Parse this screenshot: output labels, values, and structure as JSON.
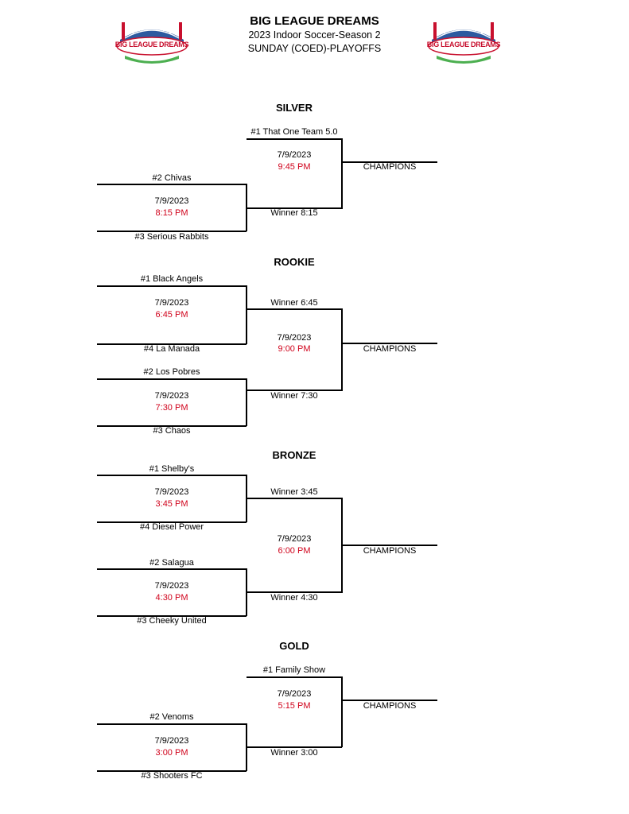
{
  "header": {
    "title": "BIG LEAGUE DREAMS",
    "subtitle": "2023 Indoor Soccer-Season 2",
    "subtitle2": "SUNDAY (COED)-PLAYOFFS",
    "logo_text": "BIG LEAGUE DREAMS"
  },
  "silver": {
    "title": "SILVER",
    "seed1": "#1 That One Team 5.0",
    "seed2": "#2 Chivas",
    "seed3": "#3 Serious Rabbits",
    "semi_date": "7/9/2023",
    "semi_time": "8:15 PM",
    "semi_winner": "Winner 8:15",
    "final_date": "7/9/2023",
    "final_time": "9:45 PM",
    "champions": "CHAMPIONS"
  },
  "rookie": {
    "title": "ROOKIE",
    "seed1": "#1 Black Angels",
    "seed4": "#4 La Manada",
    "seed2": "#2 Los Pobres",
    "seed3": "#3 Chaos",
    "g1_date": "7/9/2023",
    "g1_time": "6:45 PM",
    "g1_winner": "Winner 6:45",
    "g2_date": "7/9/2023",
    "g2_time": "7:30 PM",
    "g2_winner": "Winner 7:30",
    "final_date": "7/9/2023",
    "final_time": "9:00 PM",
    "champions": "CHAMPIONS"
  },
  "bronze": {
    "title": "BRONZE",
    "seed1": "#1 Shelby's",
    "seed4": "#4 Diesel Power",
    "seed2": "#2 Salagua",
    "seed3": "#3 Cheeky United",
    "g1_date": "7/9/2023",
    "g1_time": "3:45 PM",
    "g1_winner": "Winner 3:45",
    "g2_date": "7/9/2023",
    "g2_time": "4:30 PM",
    "g2_winner": "Winner 4:30",
    "final_date": "7/9/2023",
    "final_time": "6:00 PM",
    "champions": "CHAMPIONS"
  },
  "gold": {
    "title": "GOLD",
    "seed1": "#1 Family Show",
    "seed2": "#2 Venoms",
    "seed3": "#3 Shooters FC",
    "semi_date": "7/9/2023",
    "semi_time": "3:00 PM",
    "semi_winner": "Winner 3:00",
    "final_date": "7/9/2023",
    "final_time": "5:15 PM",
    "champions": "CHAMPIONS"
  }
}
